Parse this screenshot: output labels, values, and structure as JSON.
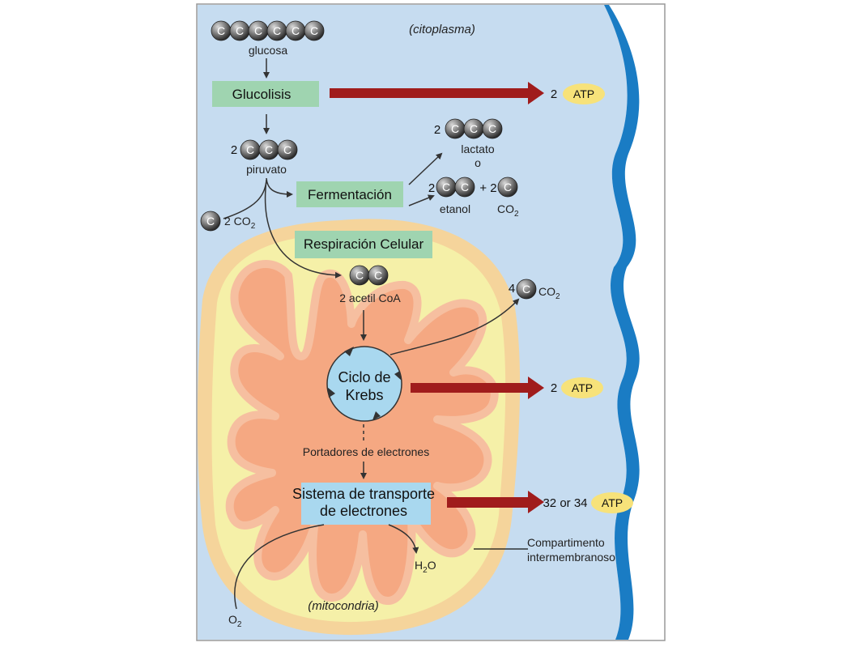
{
  "labels": {
    "citoplasma": "(citoplasma)",
    "glucosa": "glucosa",
    "glucolisis": "Glucolisis",
    "atp_glucolisis_count": "2",
    "piruvato_count": "2",
    "piruvato": "piruvato",
    "lactato_count": "2",
    "lactato_line1": "lactato",
    "lactato_line2": "o",
    "fermentacion": "Fermentación",
    "etanol_count": "2",
    "plus": "+ 2",
    "etanol": "etanol",
    "co2_etanol": "CO",
    "co2_left_count": "2 CO",
    "respiracion": "Respiración Celular",
    "acetil": "2 acetil  CoA",
    "co2_krebs_count": "4",
    "co2_krebs": "CO",
    "krebs_line1": "Ciclo de",
    "krebs_line2": "Krebs",
    "atp_krebs_count": "2",
    "portadores": "Portadores  de electrones",
    "ste_line1": "Sistema de transporte",
    "ste_line2": "de electrones",
    "atp_ste_count": "32 or 34",
    "compartimento_line1": "Compartimento",
    "compartimento_line2": "intermembranoso",
    "h2o": "H",
    "h2o_tail": "O",
    "sub2": "2",
    "mitocondria": "(mitocondria)",
    "o2": "O"
  },
  "atom": "C",
  "atp": "ATP",
  "colors": {
    "cytoplasm": "#c6dcf0",
    "membrane": "#1a7cc4",
    "mito_outer": "#f5d49b",
    "mito_inner": "#f5f0a8",
    "matrix": "#f5a882",
    "process_box": "#9fd4b0",
    "krebs_fill": "#a9d8ef",
    "ste_box": "#a9d8ef",
    "atp_badge": "#f7e27a",
    "big_arrow": "#a01c1c"
  }
}
